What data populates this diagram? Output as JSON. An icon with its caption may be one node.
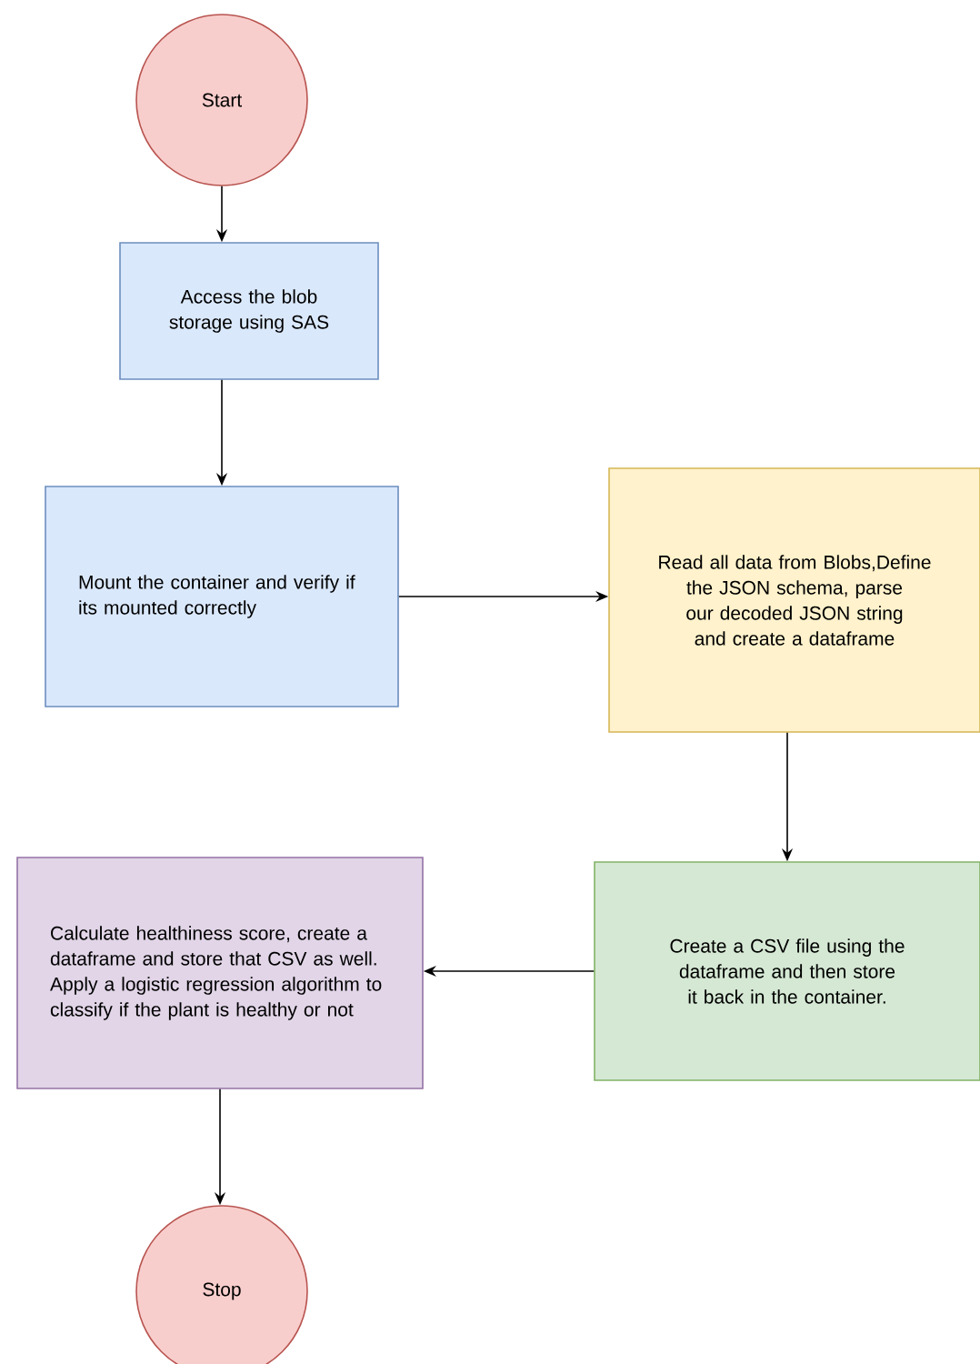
{
  "diagram": {
    "nodes": [
      {
        "text": [
          "Start"
        ]
      },
      {
        "text": [
          "Access the blob storage using SAS"
        ]
      },
      {
        "text": [
          "Mount the container and verify if its mounted correctly"
        ]
      },
      {
        "text": [
          "Read all data from Blobs,Define the JSON schema, parse our decoded JSON string and create a dataframe"
        ]
      },
      {
        "text": [
          "Create a CSV file using the dataframe and then store it back in the container."
        ]
      },
      {
        "text": [
          "Calculate healthiness score, create a dataframe and store that CSV as well. Apply a logistic regression algorithm to classify if the plant is healthy or not"
        ]
      },
      {
        "text": [
          "Stop"
        ]
      }
    ],
    "edges": [
      {
        "from": 0,
        "to": 1,
        "arrow": "to"
      },
      {
        "from": 1,
        "to": 2,
        "arrow": "to"
      },
      {
        "from": 2,
        "to": 3,
        "arrow": "to"
      },
      {
        "from": 3,
        "to": 4,
        "arrow": "to"
      },
      {
        "from": 4,
        "to": 5,
        "arrow": "to"
      },
      {
        "from": 5,
        "to": 6,
        "arrow": "to"
      }
    ]
  }
}
